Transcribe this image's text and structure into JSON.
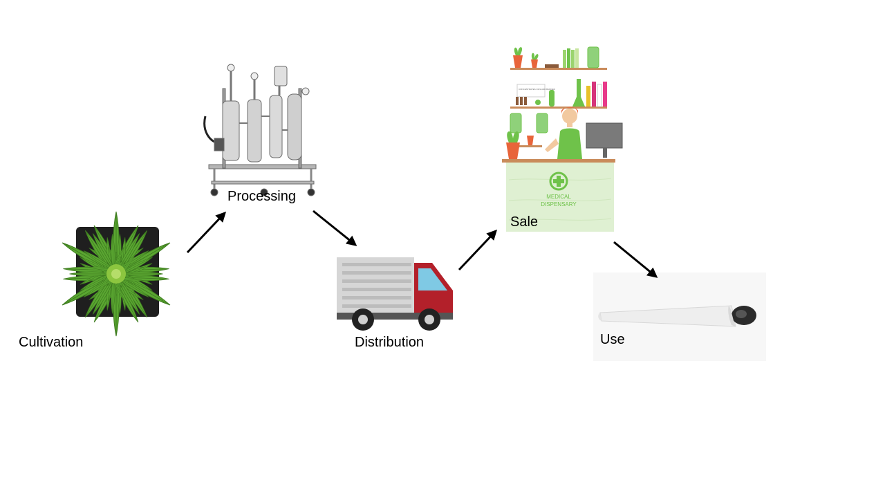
{
  "stages": [
    {
      "id": "cultivation",
      "label": "Cultivation",
      "icon": "cannabis-plant-icon"
    },
    {
      "id": "processing",
      "label": "Processing",
      "icon": "extraction-machine-icon"
    },
    {
      "id": "distribution",
      "label": "Distribution",
      "icon": "delivery-truck-icon"
    },
    {
      "id": "sale",
      "label": "Sale",
      "icon": "dispensary-counter-icon"
    },
    {
      "id": "use",
      "label": "Use",
      "icon": "joint-icon"
    }
  ],
  "dispensary": {
    "sign_line1": "MEDICAL",
    "sign_line2": "DISPENSARY",
    "jar_label": "CONCENTRATES OILS AND BUDDER"
  },
  "colors": {
    "leaf_green": "#4f9a2a",
    "truck_red": "#b3202a",
    "dispensary_green": "#6fc24a",
    "counter_panel": "#dff0d2",
    "pot_orange": "#e8643a"
  }
}
